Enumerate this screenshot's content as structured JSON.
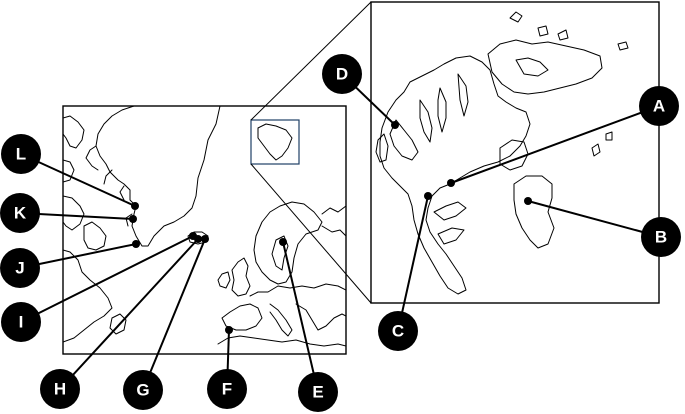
{
  "map": {
    "main_frame_name": "main-map",
    "inset_frame_name": "svalbard-inset",
    "colors": {
      "background": "#ffffff",
      "line": "#000000",
      "inset_box": "#1f3f66",
      "marker_fill": "#000000",
      "marker_text": "#ffffff"
    }
  },
  "markers": [
    {
      "id": "A",
      "label": "A"
    },
    {
      "id": "B",
      "label": "B"
    },
    {
      "id": "C",
      "label": "C"
    },
    {
      "id": "D",
      "label": "D"
    },
    {
      "id": "E",
      "label": "E"
    },
    {
      "id": "F",
      "label": "F"
    },
    {
      "id": "G",
      "label": "G"
    },
    {
      "id": "H",
      "label": "H"
    },
    {
      "id": "I",
      "label": "I"
    },
    {
      "id": "J",
      "label": "J"
    },
    {
      "id": "K",
      "label": "K"
    },
    {
      "id": "L",
      "label": "L"
    }
  ]
}
